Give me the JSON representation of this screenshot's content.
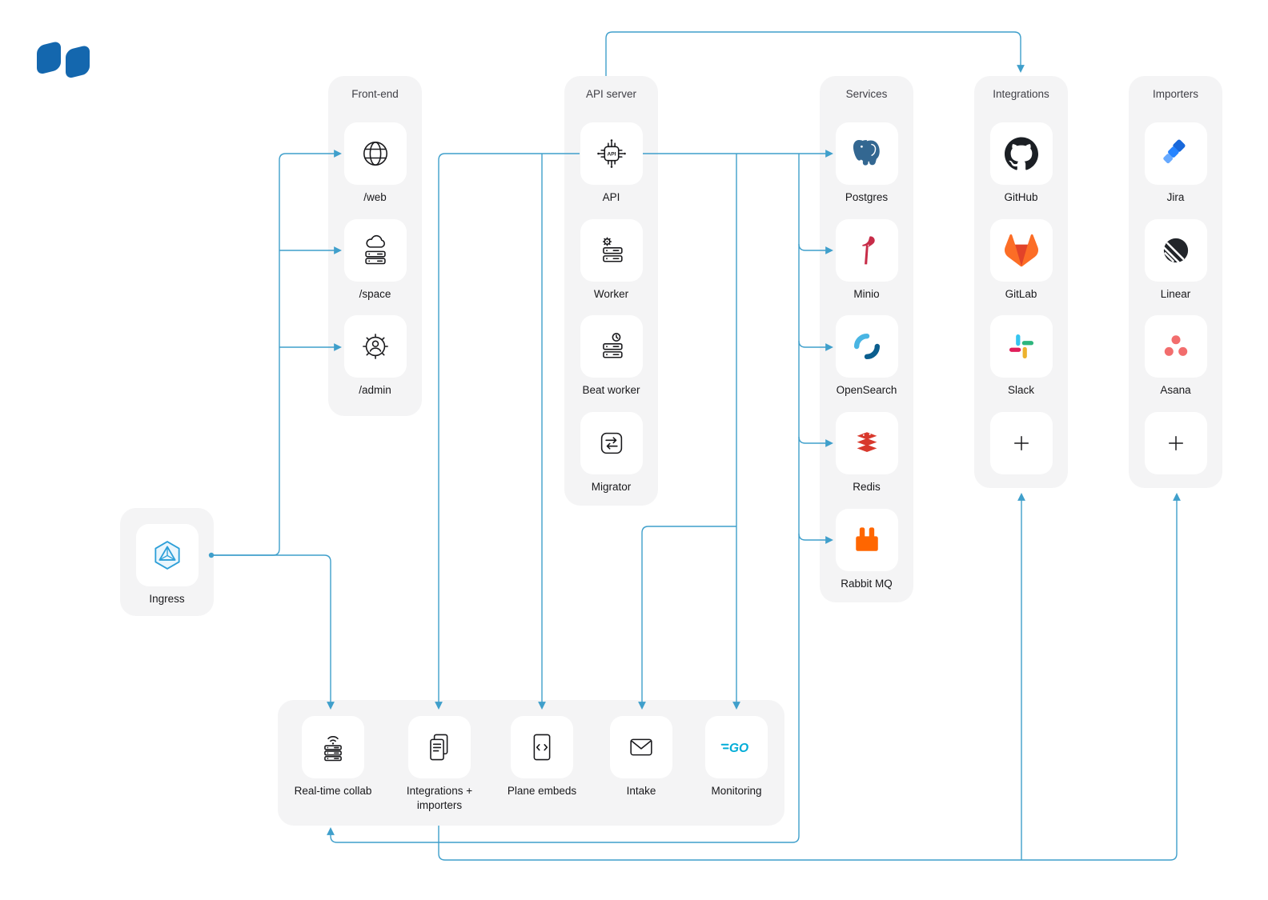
{
  "logo": {
    "icon": "plane-logo",
    "color": "#1467AE"
  },
  "colors": {
    "connector": "#3F9FCB",
    "panel_bg": "#F4F4F5",
    "card_bg": "#FFFFFF",
    "logo_blue": "#1467AE",
    "postgres_blue": "#336791",
    "minio_red": "#C72C48",
    "opensearch_dark": "#0B5E8E",
    "opensearch_light": "#49B5E3",
    "redis_red": "#D8382C",
    "rabbitmq_orange": "#FF6600",
    "github_black": "#1B1F24",
    "gitlab_orange": "#FC6D26",
    "gitlab_red": "#E24329",
    "slack_blue": "#36C5F0",
    "slack_green": "#2EB67D",
    "slack_yellow": "#ECB22E",
    "slack_red": "#E01E5A",
    "jira_blue": "#2684FF",
    "linear_black": "#22252A",
    "asana_red": "#F26D6D",
    "ingress_blue": "#2D9FD8",
    "go_cyan": "#00ACD7"
  },
  "panels": {
    "frontend": {
      "title": "Front-end",
      "items": [
        {
          "label": "/web",
          "icon": "globe-icon"
        },
        {
          "label": "/space",
          "icon": "cloud-server-icon"
        },
        {
          "label": "/admin",
          "icon": "admin-gear-icon"
        }
      ]
    },
    "api_server": {
      "title": "API server",
      "items": [
        {
          "label": "API",
          "icon": "api-chip-icon"
        },
        {
          "label": "Worker",
          "icon": "worker-gear-icon"
        },
        {
          "label": "Beat worker",
          "icon": "beat-worker-clock-icon"
        },
        {
          "label": "Migrator",
          "icon": "migrator-arrows-icon"
        }
      ]
    },
    "services": {
      "title": "Services",
      "items": [
        {
          "label": "Postgres",
          "icon": "postgres-icon"
        },
        {
          "label": "Minio",
          "icon": "minio-icon"
        },
        {
          "label": "OpenSearch",
          "icon": "opensearch-icon"
        },
        {
          "label": "Redis",
          "icon": "redis-icon"
        },
        {
          "label": "Rabbit MQ",
          "icon": "rabbitmq-icon"
        }
      ]
    },
    "integrations": {
      "title": "Integrations",
      "items": [
        {
          "label": "GitHub",
          "icon": "github-icon"
        },
        {
          "label": "GitLab",
          "icon": "gitlab-icon"
        },
        {
          "label": "Slack",
          "icon": "slack-icon"
        },
        {
          "label": "",
          "icon": "plus-icon"
        }
      ]
    },
    "importers": {
      "title": "Importers",
      "items": [
        {
          "label": "Jira",
          "icon": "jira-icon"
        },
        {
          "label": "Linear",
          "icon": "linear-icon"
        },
        {
          "label": "Asana",
          "icon": "asana-icon"
        },
        {
          "label": "",
          "icon": "plus-icon"
        }
      ]
    },
    "ingress": {
      "items": [
        {
          "label": "Ingress",
          "icon": "ingress-icon"
        }
      ]
    },
    "runtime": {
      "items": [
        {
          "label": "Real-time collab",
          "icon": "realtime-collab-icon"
        },
        {
          "label": "Integrations + importers",
          "icon": "integrations-importers-icon"
        },
        {
          "label": "Plane embeds",
          "icon": "plane-embeds-icon"
        },
        {
          "label": "Intake",
          "icon": "intake-icon"
        },
        {
          "label": "Monitoring",
          "icon": "monitoring-go-icon"
        }
      ]
    }
  }
}
